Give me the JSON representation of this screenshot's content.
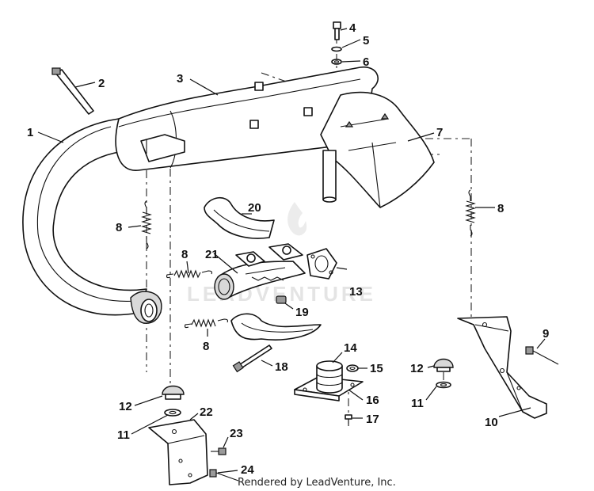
{
  "credit": "Rendered by LeadVenture, Inc.",
  "watermark": "LEADVENTURE",
  "callouts": {
    "c1": "1",
    "c2": "2",
    "c3": "3",
    "c4": "4",
    "c5": "5",
    "c6": "6",
    "c7": "7",
    "c8a": "8",
    "c8b": "8",
    "c8c": "8",
    "c8d": "8",
    "c9": "9",
    "c10": "10",
    "c11a": "11",
    "c11b": "11",
    "c12a": "12",
    "c12b": "12",
    "c13": "13",
    "c14": "14",
    "c15": "15",
    "c16": "16",
    "c17": "17",
    "c18": "18",
    "c19": "19",
    "c20": "20",
    "c21": "21",
    "c22": "22",
    "c23": "23",
    "c24": "24"
  }
}
